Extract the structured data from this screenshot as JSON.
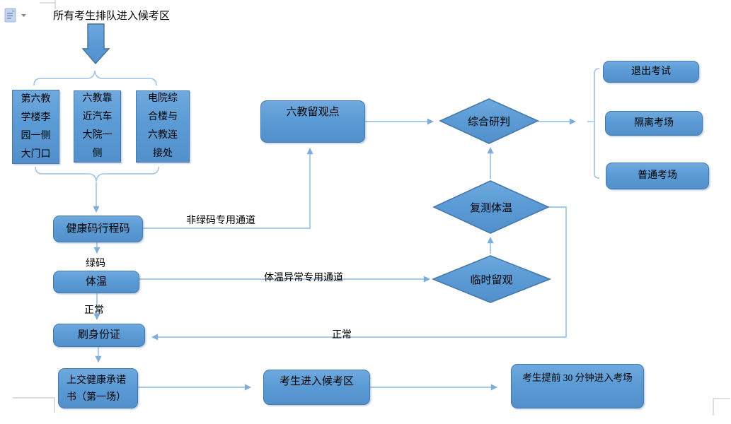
{
  "window": {
    "paste_options_icon": "clipboard-paste-icon",
    "dropdown_icon": "chevron-down-icon"
  },
  "colors": {
    "shape_fill": "#5b9bd5",
    "shape_border": "#4579ab",
    "connector": "#8db6df",
    "brace": "#9cc3e6",
    "corner_mark": "#c9c9c9",
    "text": "#000000"
  },
  "flow": {
    "start": "所有考生排队进入候考区",
    "gates": [
      "第六教学楼李园一侧大门口",
      "六教靠近汽车大院一侧",
      "电院综合楼与六教连接处"
    ],
    "nodes": {
      "health_code": "健康码行程码",
      "observation_point": "六教留观点",
      "temperature": "体温",
      "id_check": "刷身份证",
      "commitment": "上交健康承诺书（第一场）",
      "waiting": "考生进入候考区",
      "enter": "考生提前 30 分钟进入考场",
      "temp_hold": "临时留观",
      "retest": "复测体温",
      "judge": "综合研判"
    },
    "outcomes": [
      "退出考试",
      "隔离考场",
      "普通考场"
    ],
    "edge_labels": {
      "non_green": "非绿码专用通道",
      "green": "绿码",
      "temp_abnormal": "体温异常专用通道",
      "normal_temp": "正常",
      "normal_retest": "正常"
    }
  }
}
